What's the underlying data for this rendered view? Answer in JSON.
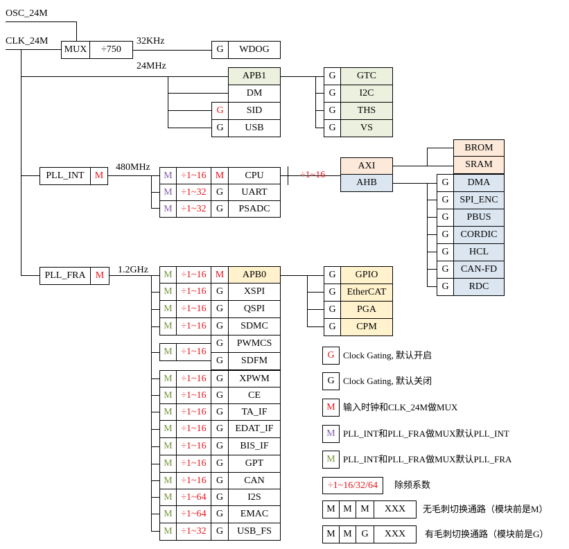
{
  "inputs": {
    "osc": "OSC_24M",
    "clk": "CLK_24M"
  },
  "mux_top": {
    "mux": "MUX",
    "div": "÷750",
    "freq_32k": "32KHz",
    "g": "G",
    "wdog": "WDOG"
  },
  "apb1": {
    "freq": "24MHz",
    "apb1": "APB1",
    "dm": "DM",
    "sid_g": "G",
    "sid": "SID",
    "usb_g": "G",
    "usb": "USB",
    "peripherals": [
      {
        "g": "G",
        "name": "GTC"
      },
      {
        "g": "G",
        "name": "I2C"
      },
      {
        "g": "G",
        "name": "THS"
      },
      {
        "g": "G",
        "name": "VS"
      }
    ]
  },
  "pll_int": {
    "name": "PLL_INT",
    "m": "M",
    "freq": "480MHz",
    "rows": [
      {
        "m": "M",
        "div": "÷1~16",
        "g": "M",
        "name": "CPU"
      },
      {
        "m": "M",
        "div": "÷1~32",
        "g": "G",
        "name": "UART"
      },
      {
        "m": "M",
        "div": "÷1~32",
        "g": "G",
        "name": "PSADC"
      }
    ],
    "cpu_div": "÷1~16",
    "axi": "AXI",
    "ahb": "AHB",
    "brom": "BROM",
    "sram": "SRAM",
    "ahb_peripherals": [
      {
        "g": "G",
        "name": "DMA"
      },
      {
        "g": "G",
        "name": "SPI_ENC"
      },
      {
        "g": "G",
        "name": "PBUS"
      },
      {
        "g": "G",
        "name": "CORDIC"
      },
      {
        "g": "G",
        "name": "HCL"
      },
      {
        "g": "G",
        "name": "CAN-FD"
      },
      {
        "g": "G",
        "name": "RDC"
      }
    ]
  },
  "pll_fra": {
    "name": "PLL_FRA",
    "m": "M",
    "freq": "1.2GHz",
    "apb0": {
      "m": "M",
      "div": "÷1~16",
      "g": "M",
      "name": "APB0"
    },
    "rows_a": [
      {
        "m": "M",
        "div": "÷1~16",
        "g": "G",
        "name": "XSPI"
      },
      {
        "m": "M",
        "div": "÷1~16",
        "g": "G",
        "name": "QSPI"
      },
      {
        "m": "M",
        "div": "÷1~16",
        "g": "G",
        "name": "SDMC"
      }
    ],
    "pwm_group": {
      "m": "M",
      "div": "÷1~16",
      "g1": "G",
      "name1": "PWMCS",
      "g2": "G",
      "name2": "SDFM"
    },
    "rows_b": [
      {
        "m": "M",
        "div": "÷1~16",
        "g": "G",
        "name": "XPWM"
      },
      {
        "m": "M",
        "div": "÷1~16",
        "g": "G",
        "name": "CE"
      },
      {
        "m": "M",
        "div": "÷1~16",
        "g": "G",
        "name": "TA_IF"
      },
      {
        "m": "M",
        "div": "÷1~16",
        "g": "G",
        "name": "EDAT_IF"
      },
      {
        "m": "M",
        "div": "÷1~16",
        "g": "G",
        "name": "BIS_IF"
      },
      {
        "m": "M",
        "div": "÷1~16",
        "g": "G",
        "name": "GPT"
      },
      {
        "m": "M",
        "div": "÷1~16",
        "g": "G",
        "name": "CAN"
      },
      {
        "m": "M",
        "div": "÷1~64",
        "g": "G",
        "name": "I2S"
      },
      {
        "m": "M",
        "div": "÷1~64",
        "g": "G",
        "name": "EMAC"
      },
      {
        "m": "M",
        "div": "÷1~32",
        "g": "G",
        "name": "USB_FS"
      }
    ],
    "apb0_peripherals": [
      {
        "g": "G",
        "name": "GPIO"
      },
      {
        "g": "G",
        "name": "EtherCAT"
      },
      {
        "g": "G",
        "name": "PGA"
      },
      {
        "g": "G",
        "name": "CPM"
      }
    ]
  },
  "legend": {
    "g_red": {
      "sym": "G",
      "text": "Clock Gating, 默认开启"
    },
    "g_black": {
      "sym": "G",
      "text": "Clock Gating, 默认关闭"
    },
    "m_red": {
      "sym": "M",
      "text": "输入时钟和CLK_24M做MUX"
    },
    "m_purple": {
      "sym": "M",
      "text": "PLL_INT和PLL_FRA做MUX默认PLL_INT"
    },
    "m_olive": {
      "sym": "M",
      "text": "PLL_INT和PLL_FRA做MUX默认PLL_FRA"
    },
    "div": {
      "sym": "÷1~16/32/64",
      "text": "除频系数"
    },
    "glitch_free": {
      "c1": "M",
      "c2": "M",
      "c3": "M",
      "c4": "XXX",
      "text": "无毛刺切换通路（模块前是M）"
    },
    "glitch": {
      "c1": "M",
      "c2": "M",
      "c3": "G",
      "c4": "XXX",
      "text": "有毛刺切换通路（模块前是G）"
    }
  },
  "colors": {
    "red": "#e8141c",
    "purple": "#7f5fa8",
    "olive": "#76923c",
    "green_fill": "#ebf1de",
    "peach_fill": "#fde9d9",
    "blue_fill": "#dce6f1",
    "yellow_fill": "#fff2cc"
  }
}
